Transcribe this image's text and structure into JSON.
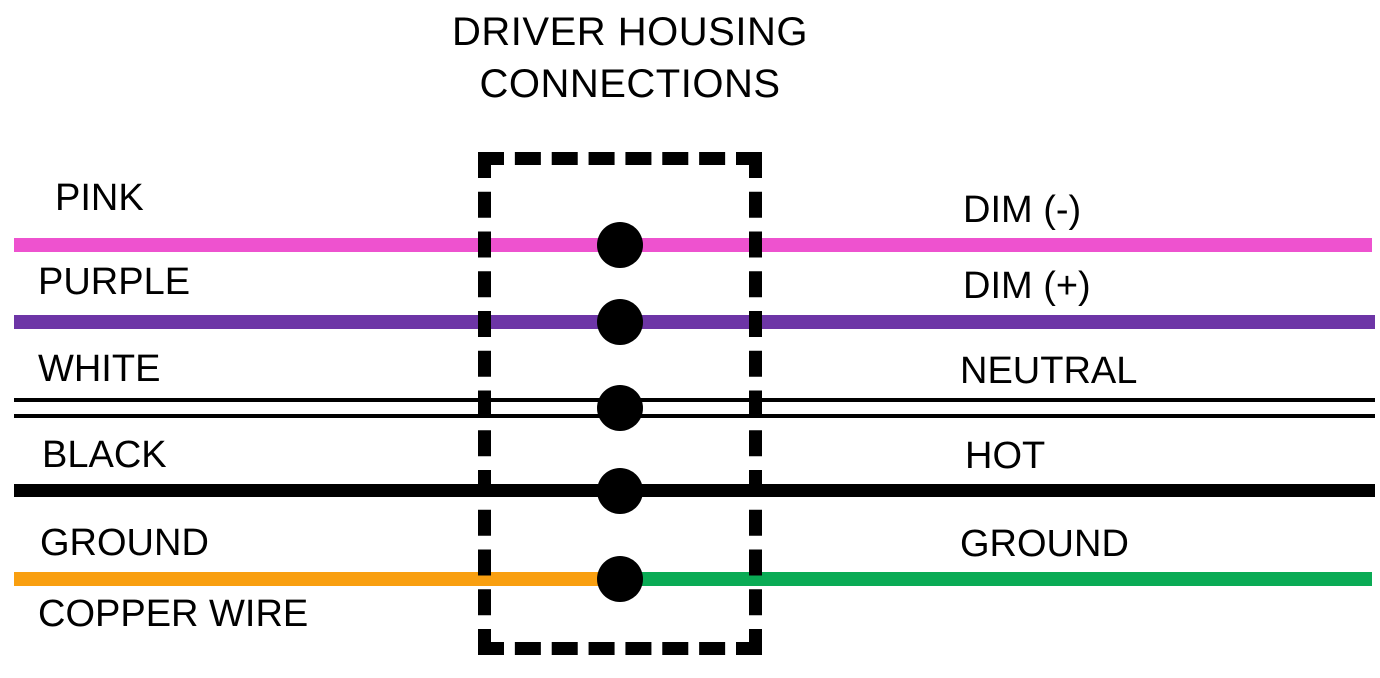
{
  "diagram": {
    "title": "DRIVER HOUSING\nCONNECTIONS",
    "housing": {
      "name": "driver-housing",
      "style": "dashed-rectangle"
    },
    "colors": {
      "pink": "#ee52cf",
      "purple": "#6d35a6",
      "white": "#ffffff",
      "black": "#000000",
      "orange": "#f99f10",
      "green": "#0aab55",
      "outline": "#000000",
      "background": "#ffffff"
    },
    "connections": [
      {
        "left_label": "PINK",
        "right_label": "DIM (-)",
        "left_wire_color": "#ee52cf",
        "right_wire_color": "#ee52cf",
        "junction": "connection-dot"
      },
      {
        "left_label": "PURPLE",
        "right_label": "DIM (+)",
        "left_wire_color": "#6d35a6",
        "right_wire_color": "#6d35a6",
        "junction": "connection-dot"
      },
      {
        "left_label": "WHITE",
        "right_label": "NEUTRAL",
        "left_wire_color": "#ffffff",
        "right_wire_color": "#ffffff",
        "junction": "connection-dot"
      },
      {
        "left_label": "BLACK",
        "right_label": "HOT",
        "left_wire_color": "#000000",
        "right_wire_color": "#000000",
        "junction": "connection-dot"
      },
      {
        "left_label": "GROUND",
        "left_sublabel": "COPPER WIRE",
        "right_label": "GROUND",
        "left_wire_color": "#f99f10",
        "right_wire_color": "#0aab55",
        "junction": "connection-dot"
      }
    ]
  }
}
